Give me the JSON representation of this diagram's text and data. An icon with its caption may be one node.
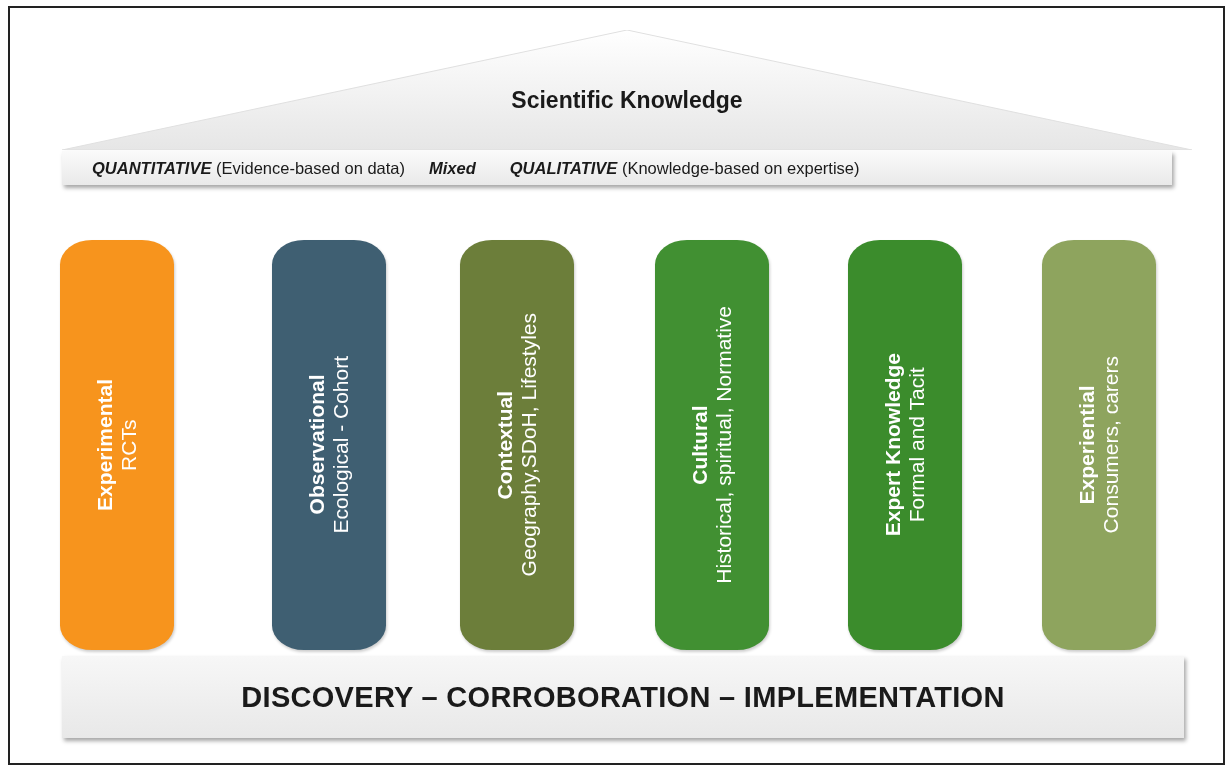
{
  "diagram": {
    "nodes": [
      {
        "text": [
          "Scientific Knowledge"
        ]
      },
      {
        "text": [
          "**QUANTITATIVE** (Evidence-based on data)",
          "Mixed",
          "**QUALITATIVE** (Knowledge-based on expertise)"
        ]
      },
      {
        "text": [
          "Experimental",
          "RCTs"
        ]
      },
      {
        "text": [
          "Observational",
          "Ecological - Cohort"
        ]
      },
      {
        "text": [
          "Contextual",
          "Geography,SDoH, Lifestyles"
        ]
      },
      {
        "text": [
          "Cultural",
          "Historical, spiritual, Normative"
        ]
      },
      {
        "text": [
          "Expert Knowledge",
          "Formal and Tacit"
        ]
      },
      {
        "text": [
          "Experiential",
          "Consumers, carers"
        ]
      },
      {
        "text": [
          "DISCOVERY – CORROBORATION – IMPLEMENTATION"
        ]
      }
    ],
    "edges": []
  }
}
